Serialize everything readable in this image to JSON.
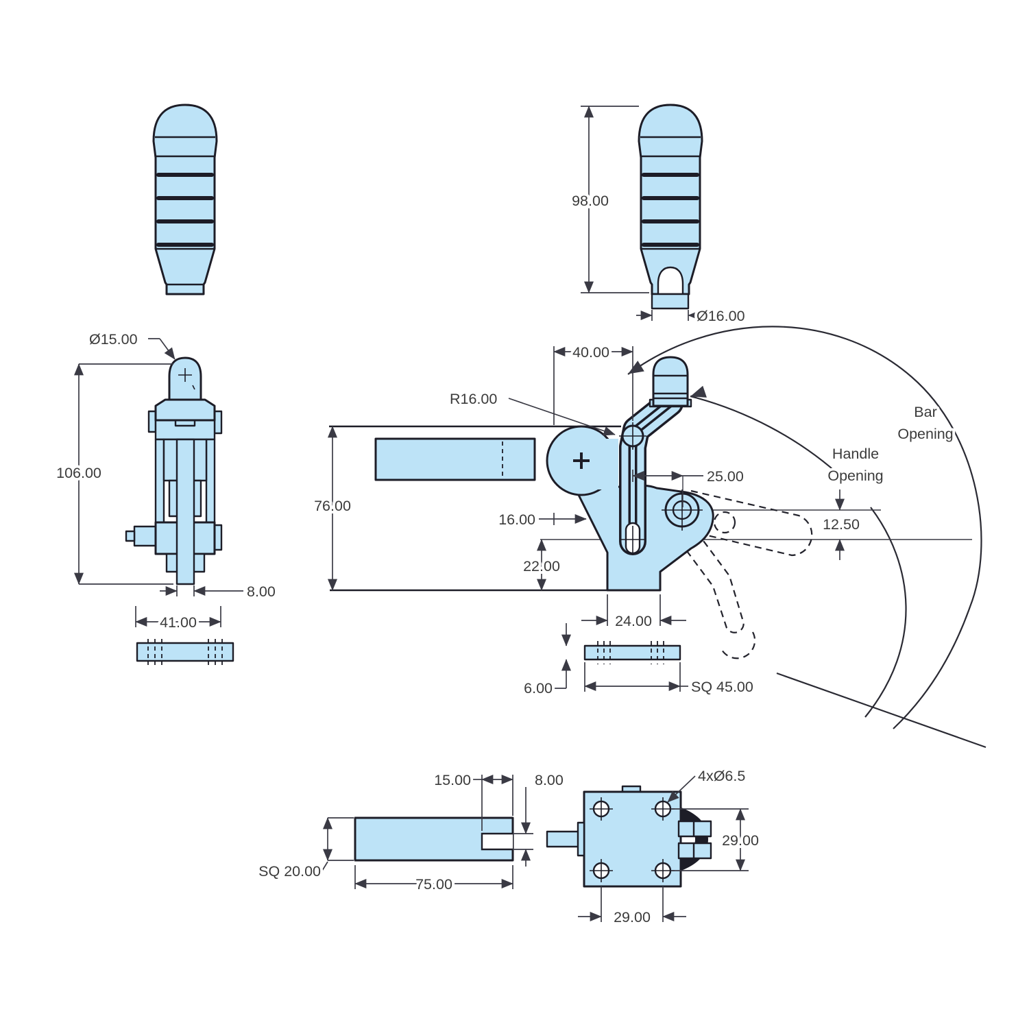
{
  "document": {
    "type": "engineering-drawing",
    "subject": "vertical toggle clamp with ribbed handle knob - dimensioned multi-view drawing"
  },
  "colors": {
    "part_fill": "#BDE3F7",
    "part_outline": "#1D1D27",
    "dimension_line": "#3A3A44",
    "dimension_text": "#3B3B3B",
    "background": "#FFFFFF"
  },
  "views": {
    "knob_front": {
      "description": "handle knob, front view (no dimensions)"
    },
    "knob_side": {
      "height": "98.00",
      "tip_diameter": "Ø16.00"
    },
    "clamp_front": {
      "knob_diameter": "Ø15.00",
      "overall_height": "106.00",
      "bar_thickness": "8.00",
      "body_width": "41.00"
    },
    "clamp_side": {
      "handle_offset": "40.00",
      "body_radius": "R16.00",
      "bar_height": "76.00",
      "pivot_inset": "16.00",
      "hole_offset": "25.00",
      "handle_drop": "12.50",
      "base_to_slot": "22.00",
      "base_width": "24.00",
      "bar_opening": [
        "Bar",
        "Opening"
      ],
      "handle_opening": [
        "Handle",
        "Opening"
      ]
    },
    "base_side": {
      "thickness": "6.00",
      "width": "SQ 45.00"
    },
    "bar_detail": {
      "slot_depth": "15.00",
      "slot_width": "8.00",
      "section": "SQ 20.00",
      "length": "75.00"
    },
    "base_top": {
      "holes": "4xØ6.5",
      "hole_pitch_vertical": "29.00",
      "hole_pitch_horizontal": "29.00"
    }
  }
}
